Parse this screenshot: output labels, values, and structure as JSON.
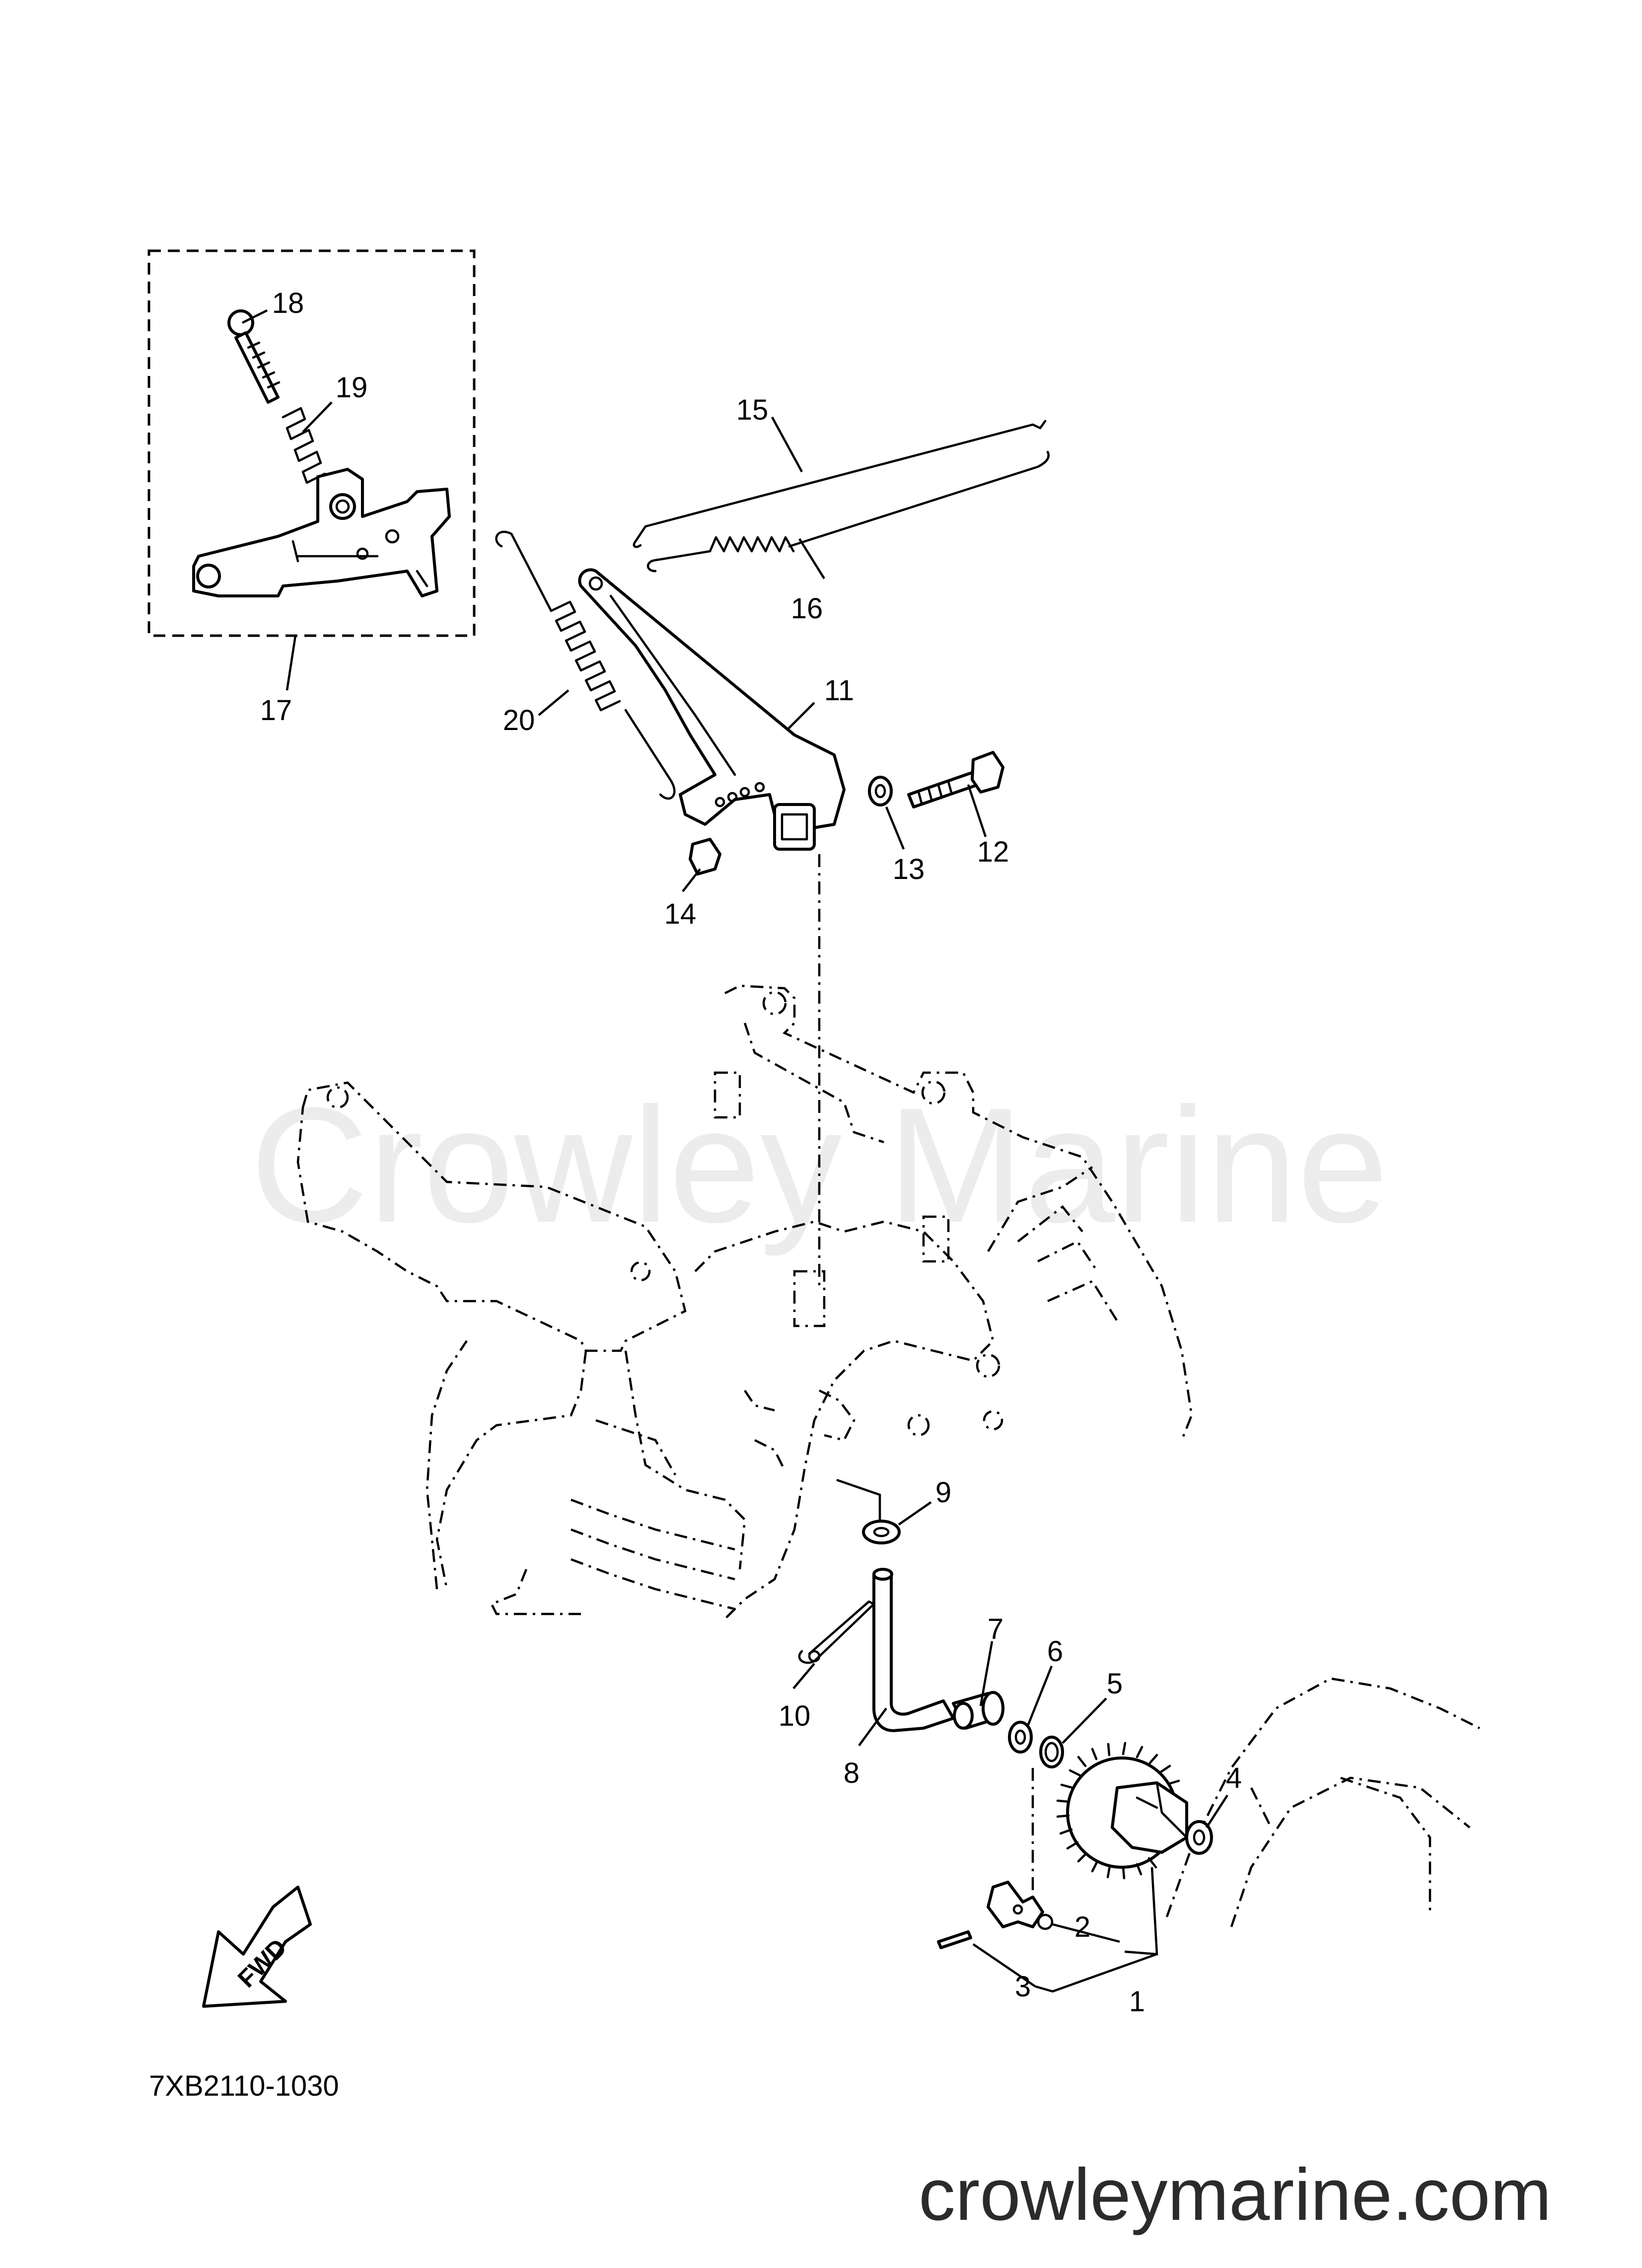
{
  "watermark": "Crowley Marine",
  "drawing_code": "7XB2110-1030",
  "site_url": "crowleymarine.com",
  "fwd_label": "FWD",
  "callouts": [
    "1",
    "2",
    "3",
    "4",
    "5",
    "6",
    "7",
    "8",
    "9",
    "10",
    "11",
    "12",
    "13",
    "14",
    "15",
    "16",
    "17",
    "18",
    "19",
    "20"
  ]
}
